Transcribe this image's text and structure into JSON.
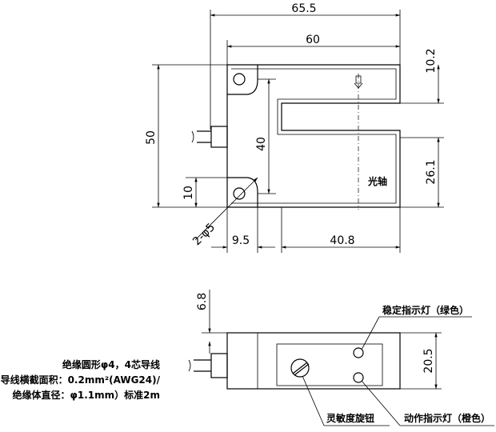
{
  "dimensions": {
    "overall_width": "65.5",
    "body_width": "60",
    "height": "50",
    "slot_depth": "40",
    "hole_height": "10",
    "hole_diameter": "2-φ5",
    "hole_offset": "9.5",
    "axis_offset": "40.8",
    "top_offset": "10.2",
    "slot_bottom": "26.1",
    "side_offset": "6.8",
    "side_height": "20.5"
  },
  "labels": {
    "optical_axis": "光轴",
    "stable_indicator": "稳定指示灯（绿色）",
    "action_indicator": "动作指示灯（橙色）",
    "sensitivity_knob": "灵敏度旋钮",
    "cable_line1": "绝缘圆形φ4，4芯导线",
    "cable_line2": "(导线横截面积：0.2mm²(AWG24)/",
    "cable_line3": "绝缘体直径：φ1.1mm）标准2m"
  }
}
